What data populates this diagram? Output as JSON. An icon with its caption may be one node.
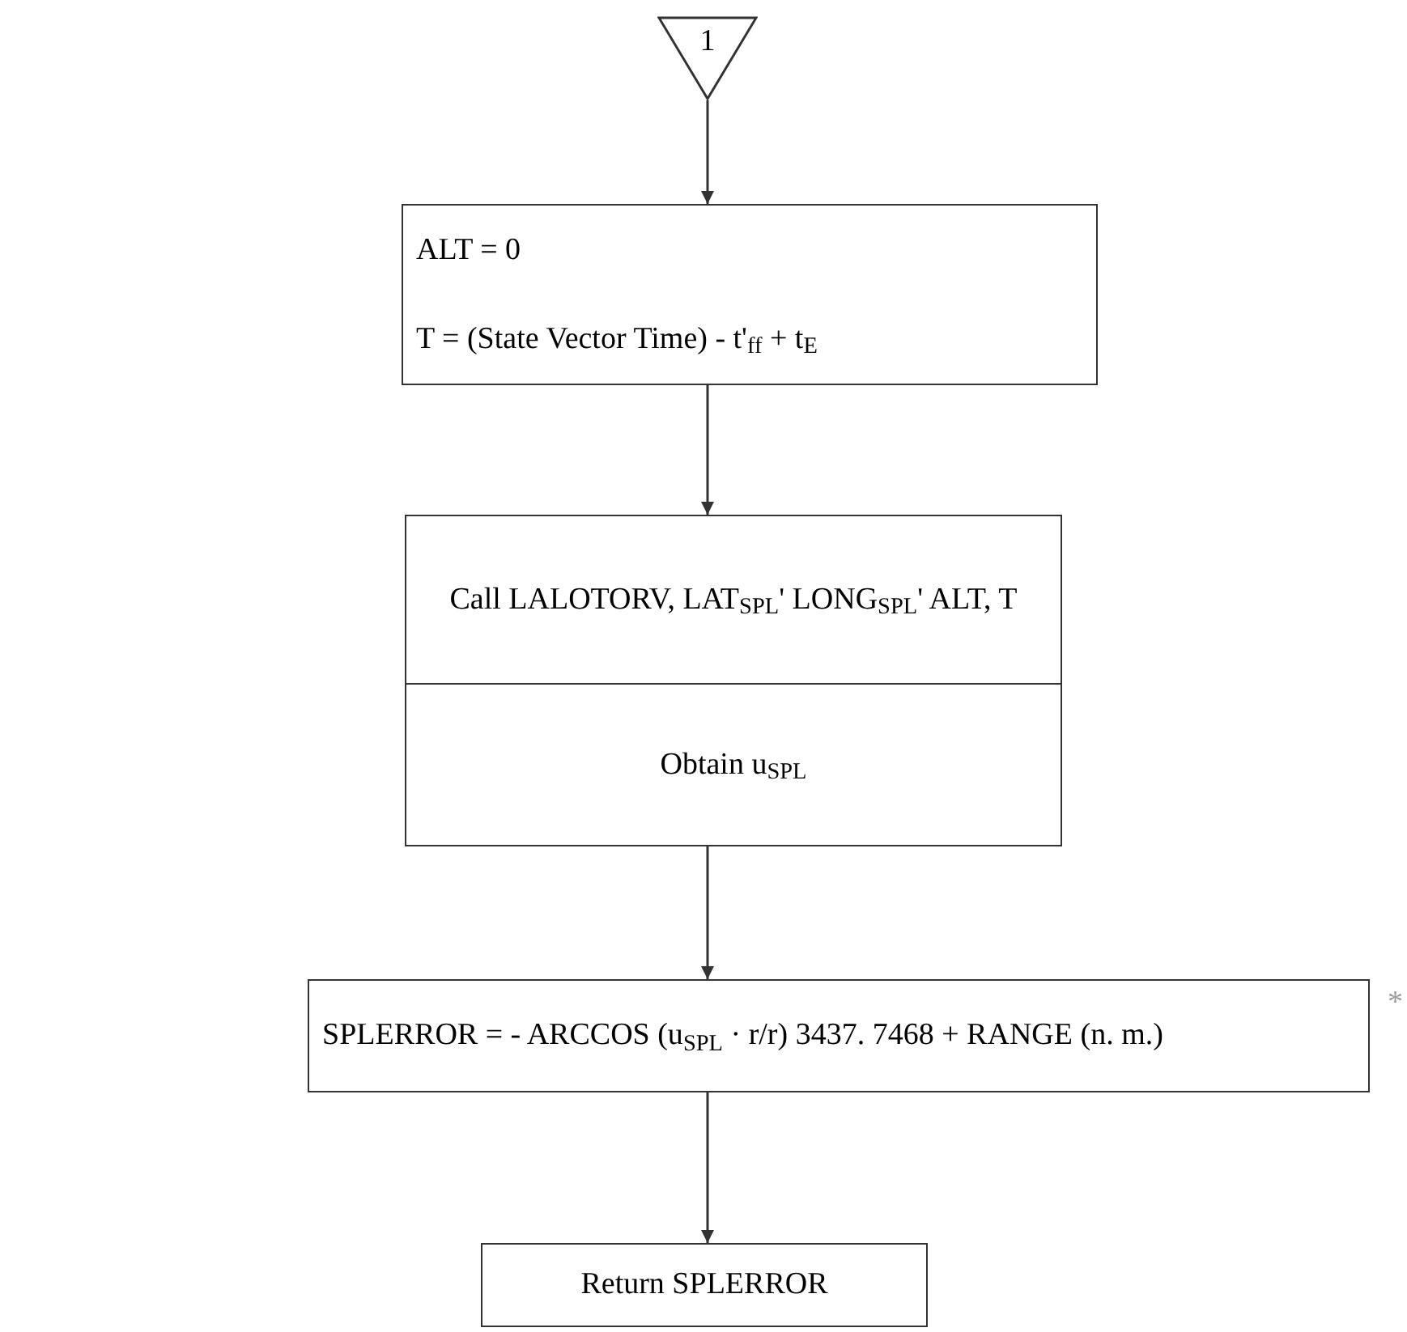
{
  "diagram": {
    "nodes": [
      {
        "text": [
          "1"
        ]
      },
      {
        "text": [
          "ALT = 0",
          "T = (State Vector Time) - t'$_{ff}$ + t$_{E}$"
        ]
      },
      {
        "text": [
          "Call LALOTORV, LAT$_{SPL}$' LONG$_{SPL}$' ALT, T"
        ]
      },
      {
        "text": [
          "Obtain u$_{SPL}$"
        ]
      },
      {
        "text": [
          "SPLERROR = - ARCCOS (u$_{SPL}$ · r/r) 3437. 7468 + RANGE (n. m.)"
        ],
        "beside": [
          "*"
        ]
      },
      {
        "text": [
          "Return SPLERROR"
        ]
      }
    ],
    "edges": [
      {
        "from": 0,
        "to": 1,
        "arrow": "to"
      },
      {
        "from": 1,
        "to": 2,
        "arrow": "to"
      },
      {
        "from": 3,
        "to": 4,
        "arrow": "to"
      },
      {
        "from": 4,
        "to": 5,
        "arrow": "to"
      }
    ]
  }
}
